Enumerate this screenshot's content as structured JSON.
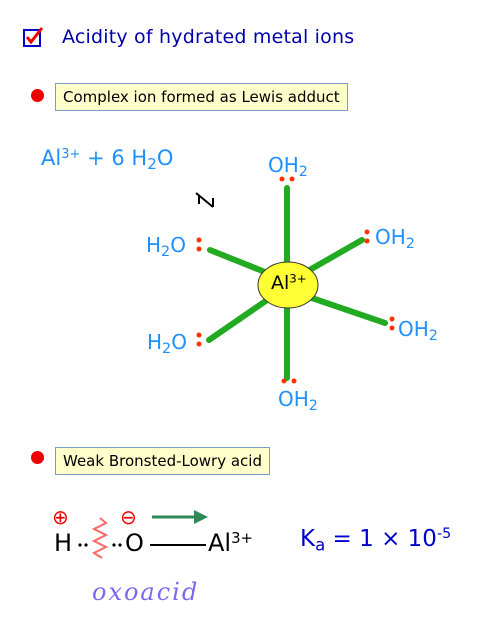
{
  "title": "Acidity of hydrated metal ions",
  "bullet1": "Complex ion formed as Lewis adduct",
  "bullet2": "Weak Bronsted-Lowry acid",
  "reaction": {
    "reactant_ion": "Al",
    "reactant_charge": "3+",
    "plus": "+ 6 H",
    "water_sub": "2",
    "water_end": "O"
  },
  "complex": {
    "center": "Al",
    "center_charge": "3+",
    "ligand_oh": "OH",
    "ligand_ho_h": "H",
    "ligand_o": "O",
    "sub": "2"
  },
  "acid": {
    "h": "H",
    "o": "O",
    "al": "Al",
    "al_charge": "3+",
    "plus_sign": "⊕",
    "minus_sign": "⊖"
  },
  "ka": {
    "k": "K",
    "k_sub": "a",
    "expr": "= 1 × 10",
    "exp": "-5"
  },
  "handwritten": "oxoacid",
  "colors": {
    "bond": "#22aa22",
    "lone_pair": "#ff3300",
    "ligand": "#1e90ff",
    "center_fill": "#ffff33",
    "arrow": "#2e8b57"
  }
}
